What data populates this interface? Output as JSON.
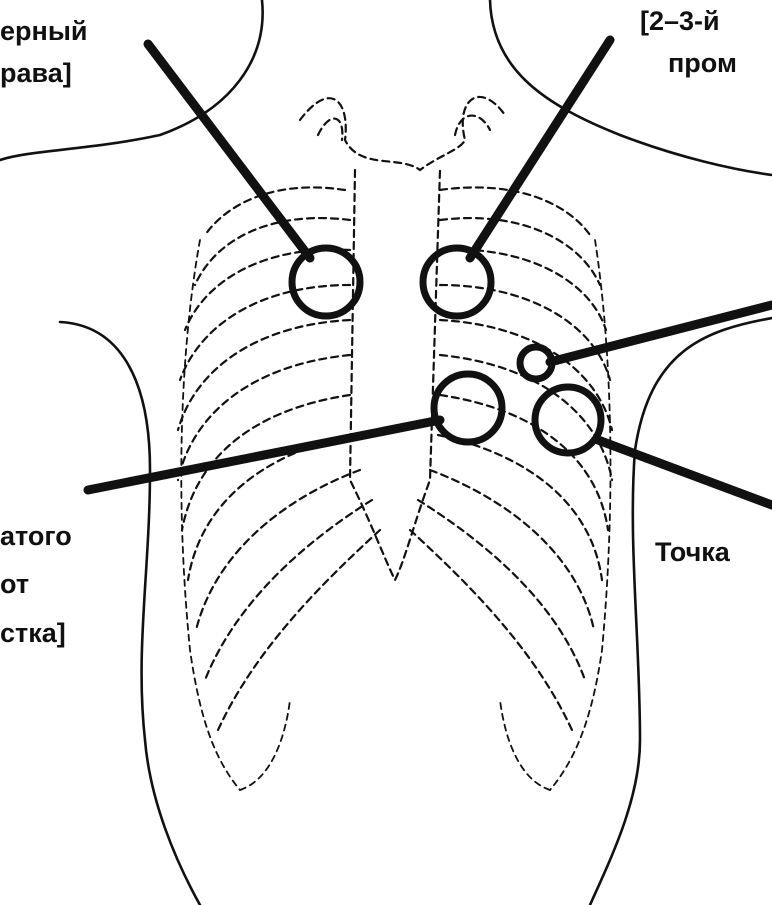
{
  "labels": {
    "top_left_line1": "ерный",
    "top_left_line2": "рава]",
    "top_right_line1": "[2–3-й",
    "top_right_line2": "пром",
    "bottom_left_line1": "атого",
    "bottom_left_line2": "от",
    "bottom_left_line3": "стка]",
    "bottom_right": "Точка"
  }
}
